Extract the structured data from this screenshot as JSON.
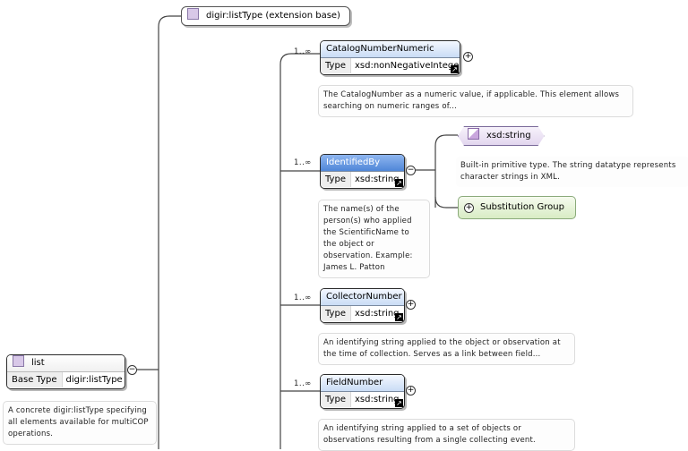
{
  "root": {
    "name": "list",
    "base_type_label": "Base Type",
    "base_type_value": "digir:listType",
    "doc": "A concrete digir:listType specifying all elements available for multiCOP operations."
  },
  "extension": {
    "label": "digir:listType (extension base)"
  },
  "elements": [
    {
      "name": "CatalogNumberNumeric",
      "cardinality": "1..∞",
      "type_label": "Type",
      "type_value": "xsd:nonNegativeInteger",
      "doc": "The CatalogNumber as a numeric value, if applicable. This element allows searching on numeric ranges of...",
      "toggle": "+"
    },
    {
      "name": "IdentifiedBy",
      "cardinality": "1..∞",
      "type_label": "Type",
      "type_value": "xsd:string",
      "doc": "The name(s) of the person(s) who applied the ScientificName to the object or observation. Example: James L. Patton",
      "toggle": "−"
    },
    {
      "name": "CollectorNumber",
      "cardinality": "1..∞",
      "type_label": "Type",
      "type_value": "xsd:string",
      "doc": "An identifying string applied to the object or observation at the time of collection. Serves as a link between field...",
      "toggle": "+"
    },
    {
      "name": "FieldNumber",
      "cardinality": "1..∞",
      "type_label": "Type",
      "type_value": "xsd:string",
      "doc": "An identifying string applied to a set of objects or observations resulting from a single collecting event.",
      "toggle": "+"
    }
  ],
  "simple_type": {
    "name": "xsd:string",
    "doc": "Built-in primitive type. The string datatype represents character strings in XML."
  },
  "substitution_group": {
    "label": "Substitution Group",
    "toggle": "+"
  },
  "root_toggle": "−",
  "expand_glyph": "↗"
}
